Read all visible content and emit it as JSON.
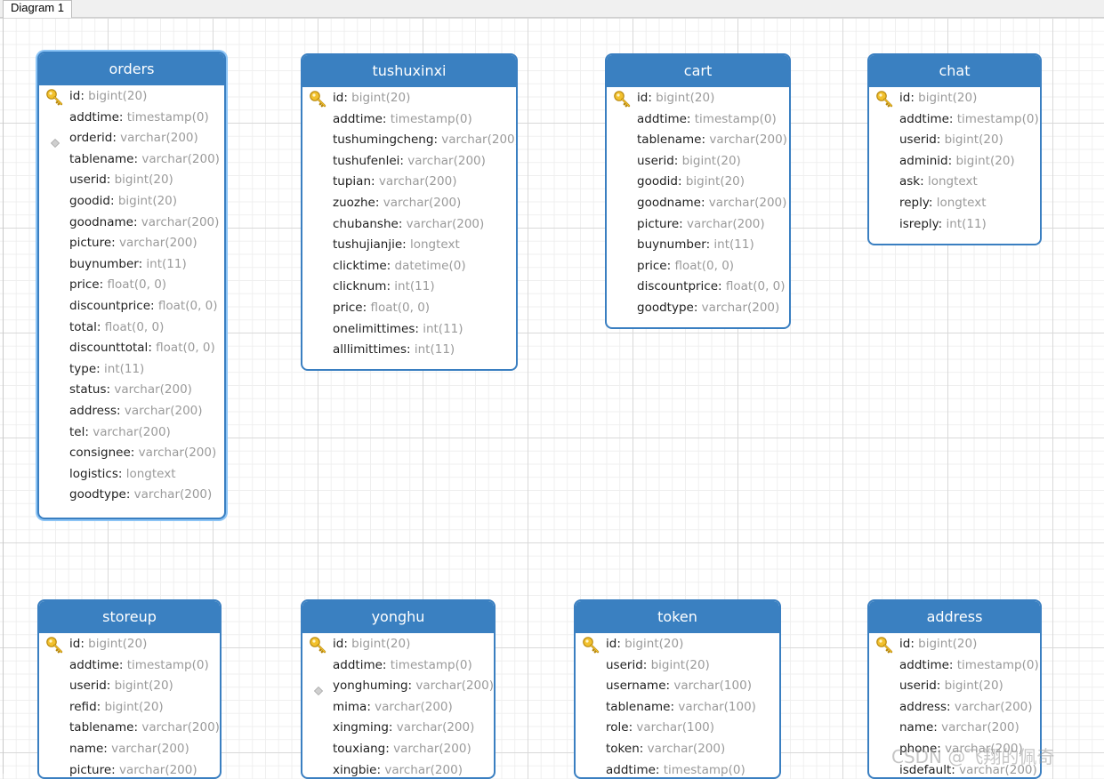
{
  "tab": {
    "label": "Diagram 1"
  },
  "watermark": "CSDN @飞翔的佩奇",
  "colors": {
    "header": "#3a80c1",
    "border": "#3a7fc1",
    "selected_glow": "#8cc4f5",
    "type_text": "#9a9a9a"
  },
  "tables": [
    {
      "name": "orders",
      "selected": true,
      "fields": [
        {
          "name": "id",
          "type": "bigint(20)",
          "marker": "key"
        },
        {
          "name": "addtime",
          "type": "timestamp(0)"
        },
        {
          "name": "orderid",
          "type": "varchar(200)",
          "marker": "index"
        },
        {
          "name": "tablename",
          "type": "varchar(200)"
        },
        {
          "name": "userid",
          "type": "bigint(20)"
        },
        {
          "name": "goodid",
          "type": "bigint(20)"
        },
        {
          "name": "goodname",
          "type": "varchar(200)"
        },
        {
          "name": "picture",
          "type": "varchar(200)"
        },
        {
          "name": "buynumber",
          "type": "int(11)"
        },
        {
          "name": "price",
          "type": "float(0, 0)"
        },
        {
          "name": "discountprice",
          "type": "float(0, 0)"
        },
        {
          "name": "total",
          "type": "float(0, 0)"
        },
        {
          "name": "discounttotal",
          "type": "float(0, 0)"
        },
        {
          "name": "type",
          "type": "int(11)"
        },
        {
          "name": "status",
          "type": "varchar(200)"
        },
        {
          "name": "address",
          "type": "varchar(200)"
        },
        {
          "name": "tel",
          "type": "varchar(200)"
        },
        {
          "name": "consignee",
          "type": "varchar(200)"
        },
        {
          "name": "logistics",
          "type": "longtext"
        },
        {
          "name": "goodtype",
          "type": "varchar(200)"
        }
      ]
    },
    {
      "name": "tushuxinxi",
      "fields": [
        {
          "name": "id",
          "type": "bigint(20)",
          "marker": "key"
        },
        {
          "name": "addtime",
          "type": "timestamp(0)"
        },
        {
          "name": "tushumingcheng",
          "type": "varchar(200)"
        },
        {
          "name": "tushufenlei",
          "type": "varchar(200)"
        },
        {
          "name": "tupian",
          "type": "varchar(200)"
        },
        {
          "name": "zuozhe",
          "type": "varchar(200)"
        },
        {
          "name": "chubanshe",
          "type": "varchar(200)"
        },
        {
          "name": "tushujianjie",
          "type": "longtext"
        },
        {
          "name": "clicktime",
          "type": "datetime(0)"
        },
        {
          "name": "clicknum",
          "type": "int(11)"
        },
        {
          "name": "price",
          "type": "float(0, 0)"
        },
        {
          "name": "onelimittimes",
          "type": "int(11)"
        },
        {
          "name": "alllimittimes",
          "type": "int(11)"
        }
      ]
    },
    {
      "name": "cart",
      "fields": [
        {
          "name": "id",
          "type": "bigint(20)",
          "marker": "key"
        },
        {
          "name": "addtime",
          "type": "timestamp(0)"
        },
        {
          "name": "tablename",
          "type": "varchar(200)"
        },
        {
          "name": "userid",
          "type": "bigint(20)"
        },
        {
          "name": "goodid",
          "type": "bigint(20)"
        },
        {
          "name": "goodname",
          "type": "varchar(200)"
        },
        {
          "name": "picture",
          "type": "varchar(200)"
        },
        {
          "name": "buynumber",
          "type": "int(11)"
        },
        {
          "name": "price",
          "type": "float(0, 0)"
        },
        {
          "name": "discountprice",
          "type": "float(0, 0)"
        },
        {
          "name": "goodtype",
          "type": "varchar(200)"
        }
      ]
    },
    {
      "name": "chat",
      "fields": [
        {
          "name": "id",
          "type": "bigint(20)",
          "marker": "key"
        },
        {
          "name": "addtime",
          "type": "timestamp(0)"
        },
        {
          "name": "userid",
          "type": "bigint(20)"
        },
        {
          "name": "adminid",
          "type": "bigint(20)"
        },
        {
          "name": "ask",
          "type": "longtext"
        },
        {
          "name": "reply",
          "type": "longtext"
        },
        {
          "name": "isreply",
          "type": "int(11)"
        }
      ]
    },
    {
      "name": "storeup",
      "fields": [
        {
          "name": "id",
          "type": "bigint(20)",
          "marker": "key"
        },
        {
          "name": "addtime",
          "type": "timestamp(0)"
        },
        {
          "name": "userid",
          "type": "bigint(20)"
        },
        {
          "name": "refid",
          "type": "bigint(20)"
        },
        {
          "name": "tablename",
          "type": "varchar(200)"
        },
        {
          "name": "name",
          "type": "varchar(200)"
        },
        {
          "name": "picture",
          "type": "varchar(200)"
        }
      ]
    },
    {
      "name": "yonghu",
      "fields": [
        {
          "name": "id",
          "type": "bigint(20)",
          "marker": "key"
        },
        {
          "name": "addtime",
          "type": "timestamp(0)"
        },
        {
          "name": "yonghuming",
          "type": "varchar(200)",
          "marker": "index"
        },
        {
          "name": "mima",
          "type": "varchar(200)"
        },
        {
          "name": "xingming",
          "type": "varchar(200)"
        },
        {
          "name": "touxiang",
          "type": "varchar(200)"
        },
        {
          "name": "xingbie",
          "type": "varchar(200)"
        }
      ]
    },
    {
      "name": "token",
      "fields": [
        {
          "name": "id",
          "type": "bigint(20)",
          "marker": "key"
        },
        {
          "name": "userid",
          "type": "bigint(20)"
        },
        {
          "name": "username",
          "type": "varchar(100)"
        },
        {
          "name": "tablename",
          "type": "varchar(100)"
        },
        {
          "name": "role",
          "type": "varchar(100)"
        },
        {
          "name": "token",
          "type": "varchar(200)"
        },
        {
          "name": "addtime",
          "type": "timestamp(0)"
        }
      ]
    },
    {
      "name": "address",
      "fields": [
        {
          "name": "id",
          "type": "bigint(20)",
          "marker": "key"
        },
        {
          "name": "addtime",
          "type": "timestamp(0)"
        },
        {
          "name": "userid",
          "type": "bigint(20)"
        },
        {
          "name": "address",
          "type": "varchar(200)"
        },
        {
          "name": "name",
          "type": "varchar(200)"
        },
        {
          "name": "phone",
          "type": "varchar(200)"
        },
        {
          "name": "isdefault",
          "type": "varchar(200)"
        }
      ]
    }
  ]
}
